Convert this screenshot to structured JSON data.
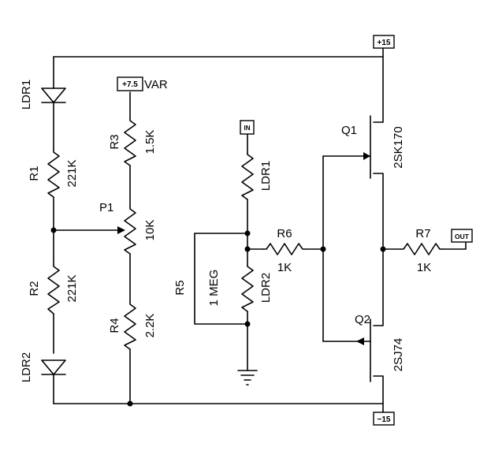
{
  "power": {
    "pos15": "+15",
    "neg15": "−15",
    "pos75": "+7.5",
    "var_label": "VAR"
  },
  "ports": {
    "in": "IN",
    "out": "OUT"
  },
  "components": {
    "ldr1_left": "LDR1",
    "r1_name": "R1",
    "r1_value": "221K",
    "r2_name": "R2",
    "r2_value": "221K",
    "ldr2_left": "LDR2",
    "r3_name": "R3",
    "r3_value": "1.5K",
    "p1_name": "P1",
    "p1_value": "10K",
    "r4_name": "R4",
    "r4_value": "2.2K",
    "ldr1_mid": "LDR1",
    "r5_name": "R5",
    "r5_value": "1 MEG",
    "ldr2_mid": "LDR2",
    "r6_name": "R6",
    "r6_value": "1K",
    "q1_name": "Q1",
    "q1_part": "2SK170",
    "q2_name": "Q2",
    "q2_part": "2SJ74",
    "r7_name": "R7",
    "r7_value": "1K"
  }
}
